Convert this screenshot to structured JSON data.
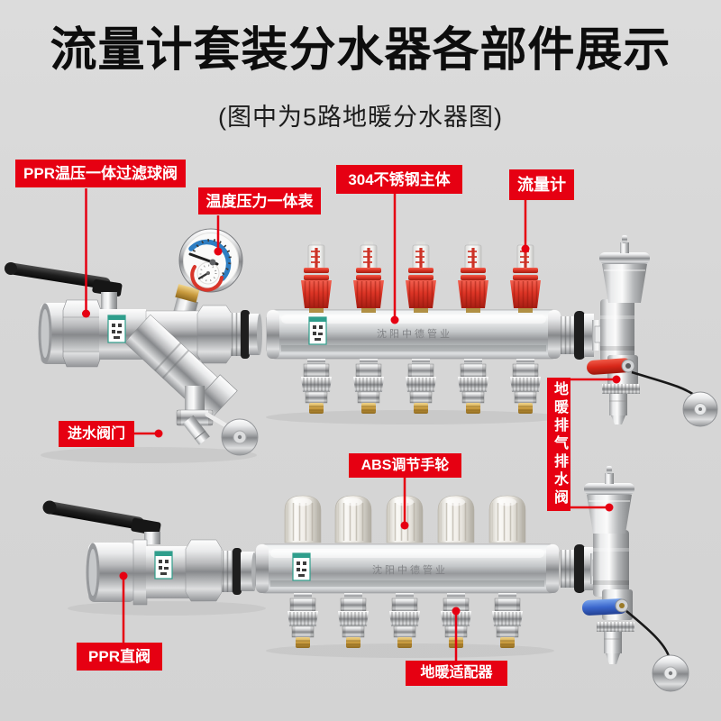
{
  "header": {
    "title": "流量计套装分水器各部件展示",
    "subtitle": "(图中为5路地暖分水器图)"
  },
  "callouts": {
    "ppr_filter_ball_valve": "PPR温压一体过滤球阀",
    "temp_pressure_gauge": "温度压力一体表",
    "stainless_body": "304不锈钢主体",
    "flow_meter": "流量计",
    "inlet_valve": "进水阀门",
    "vent_drain_valve": "地暖排气排水阀",
    "abs_handwheel": "ABS调节手轮",
    "ppr_straight_valve": "PPR直阀",
    "floor_heating_adapter": "地暖适配器"
  },
  "product": {
    "brand_text": "沈阳中德管业"
  },
  "colors": {
    "background": "#d7d7d7",
    "label_red": "#e60012",
    "flow_meter_red": "#dd3526",
    "handle_red": "#d8281a",
    "handle_blue": "#3a66cc",
    "gauge_blue": "#2e7ec3",
    "gauge_red": "#da352a",
    "brass": "#c89a3e",
    "steel": "#c3c6c8"
  }
}
